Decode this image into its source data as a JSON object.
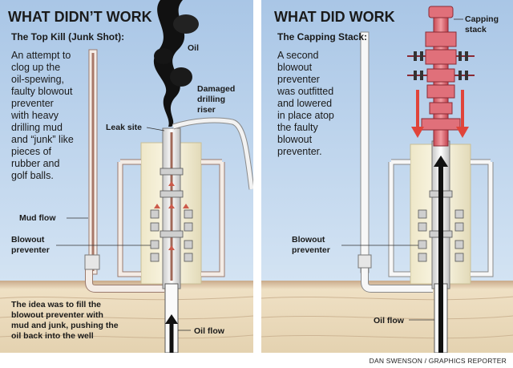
{
  "left_panel": {
    "title": "WHAT DIDN’T WORK",
    "subtitle": "The Top Kill (Junk Shot):",
    "description": [
      "An attempt to",
      "clog up the",
      "oil-spewing,",
      "faulty blowout",
      "preventer",
      "with heavy",
      "drilling mud",
      "and “junk” like",
      "pieces of",
      "rubber and",
      "golf balls."
    ],
    "labels": {
      "oil": "Oil",
      "damaged_riser": [
        "Damaged",
        "drilling",
        "riser"
      ],
      "leak_site": "Leak site",
      "mud_flow": "Mud flow",
      "blowout_preventer": [
        "Blowout",
        "preventer"
      ],
      "oil_flow": "Oil flow"
    },
    "caption": [
      "The idea was to fill the",
      "blowout preventer with",
      "mud and junk, pushing the",
      "oil back into the well"
    ]
  },
  "right_panel": {
    "title": "WHAT DID WORK",
    "subtitle": "The Capping Stack:",
    "description": [
      "A second",
      "blowout",
      "preventer",
      "was outfitted",
      "and lowered",
      "in place atop",
      "the faulty",
      "blowout",
      "preventer."
    ],
    "labels": {
      "capping_stack": [
        "Capping",
        "stack"
      ],
      "blowout_preventer": [
        "Blowout",
        "preventer"
      ],
      "oil_flow": "Oil flow"
    }
  },
  "credit": "DAN SWENSON / GRAPHICS REPORTER",
  "colors": {
    "water_top": "#a9c6e6",
    "water_bottom": "#cfe0f2",
    "seabed": "#e8d8b8",
    "oil": "#111111",
    "capping_stack": "#e0707a",
    "down_arrow": "#e0443a",
    "mud": "#a87868"
  }
}
